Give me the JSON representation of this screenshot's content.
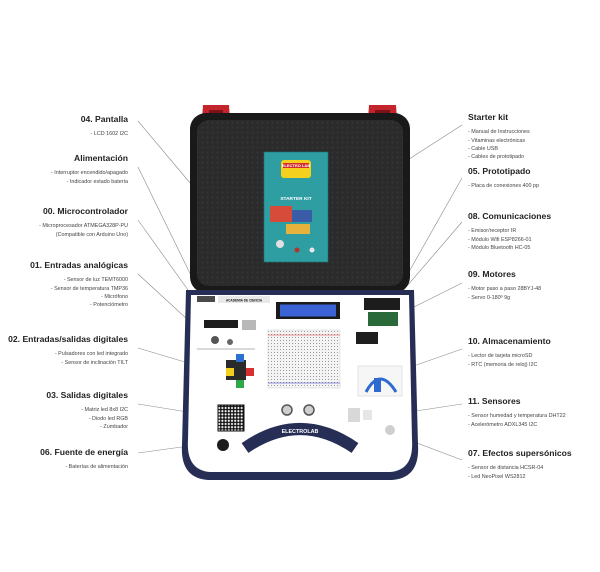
{
  "left": [
    {
      "id": "l1",
      "title": "04. Pantalla",
      "items": [
        "- LCD 1602 I2C"
      ]
    },
    {
      "id": "l2",
      "title": "Alimentación",
      "items": [
        "- Interruptor encendido/apagado",
        "- Indicador estado batería"
      ]
    },
    {
      "id": "l3",
      "title": "00. Microcontrolador",
      "items": [
        "- Microprocesador ATMEGA328P-PU",
        "(Compatible con Arduino Uno)"
      ]
    },
    {
      "id": "l4",
      "title": "01. Entradas analógicas",
      "items": [
        "- Sensor de luz TEMT6000",
        "- Sensor de temperatura TMP36",
        "- Micrófono",
        "- Potenciómetro"
      ]
    },
    {
      "id": "l5",
      "title": "02. Entradas/salidas digitales",
      "items": [
        "- Pulsadores con led integrado",
        "- Sensor de inclinación TILT"
      ]
    },
    {
      "id": "l6",
      "title": "03. Salidas digitales",
      "items": [
        "- Matriz led 8x8 I2C",
        "- Diodo led RGB",
        "- Zumbador"
      ]
    },
    {
      "id": "l7",
      "title": "06. Fuente de energía",
      "items": [
        "- Baterías de alimentación"
      ]
    }
  ],
  "right": [
    {
      "id": "r1",
      "title": "Starter kit",
      "items": [
        "- Manual de Instrucciones",
        "- Vitaminas electrónicas",
        "- Cable USB",
        "- Cables de prototipado"
      ]
    },
    {
      "id": "r2",
      "title": "05. Prototipado",
      "items": [
        "- Placa de conexiones 400 pp"
      ]
    },
    {
      "id": "r3",
      "title": "08. Comunicaciones",
      "items": [
        "- Emisor/receptor IR",
        "- Módulo Wifi ESP8266-01",
        "- Módulo Bluetooth HC-05"
      ]
    },
    {
      "id": "r4",
      "title": "09. Motores",
      "items": [
        "- Motor paso a paso 28BYJ-48",
        "- Servo 0-180º 9g"
      ]
    },
    {
      "id": "r5",
      "title": "10. Almacenamiento",
      "items": [
        "- Lector de tarjeta microSD",
        "- RTC (memoria de reloj) I2C"
      ]
    },
    {
      "id": "r6",
      "title": "11. Sensores",
      "items": [
        "- Sensor humedad y temperatura DHT22",
        "- Acelerómetro ADXL345 I2C"
      ]
    },
    {
      "id": "r7",
      "title": "07. Efectos supersónicos",
      "items": [
        "- Sensor de distancia HCSR-04",
        "- Led NeoPixel WS2812"
      ]
    }
  ],
  "product": {
    "book_brand": "ELECTRO LAB",
    "book_title": "STARTER KIT",
    "board_brand": "ACADEMIA DE CIENCIA",
    "board_name": "ELECTROLAB"
  }
}
